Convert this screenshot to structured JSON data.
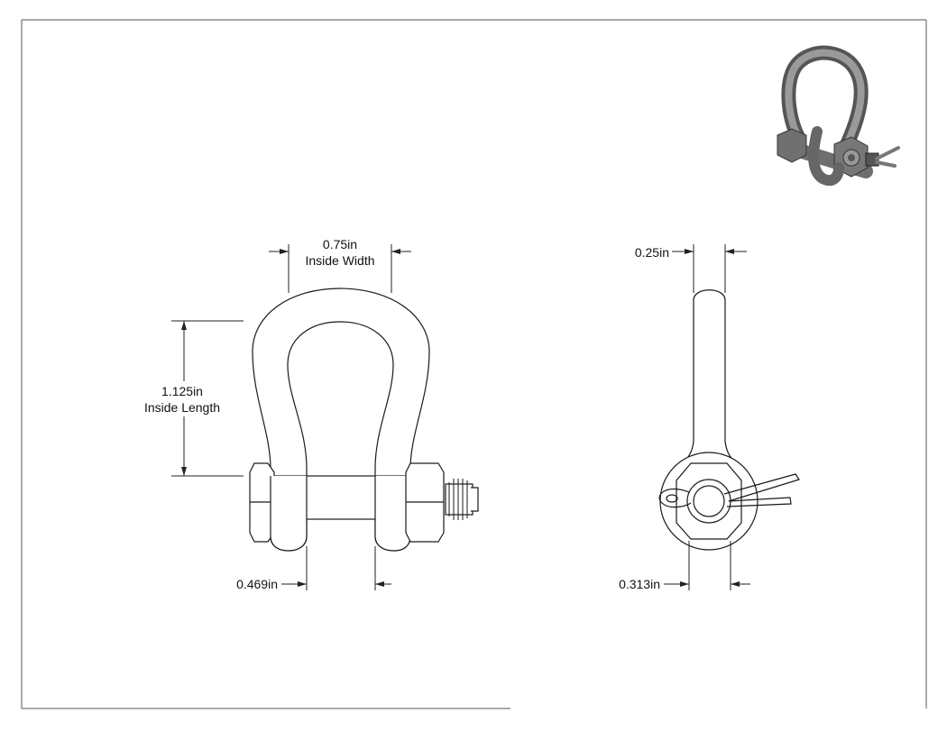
{
  "dimensions": {
    "inside_width": {
      "value": "0.75in",
      "caption": "Inside Width"
    },
    "inside_length": {
      "value": "1.125in",
      "caption": "Inside Length"
    },
    "bow_diameter": {
      "value": "0.469in"
    },
    "side_thickness": {
      "value": "0.25in"
    },
    "pin_diameter": {
      "value": "0.313in"
    }
  },
  "colors": {
    "line": "#1a1a1a",
    "dim_line": "#222222",
    "render_metal": "#6e6e6e",
    "render_highlight": "#b5b5b5"
  },
  "icons": {
    "isometric_view": "shackle-render-icon"
  }
}
